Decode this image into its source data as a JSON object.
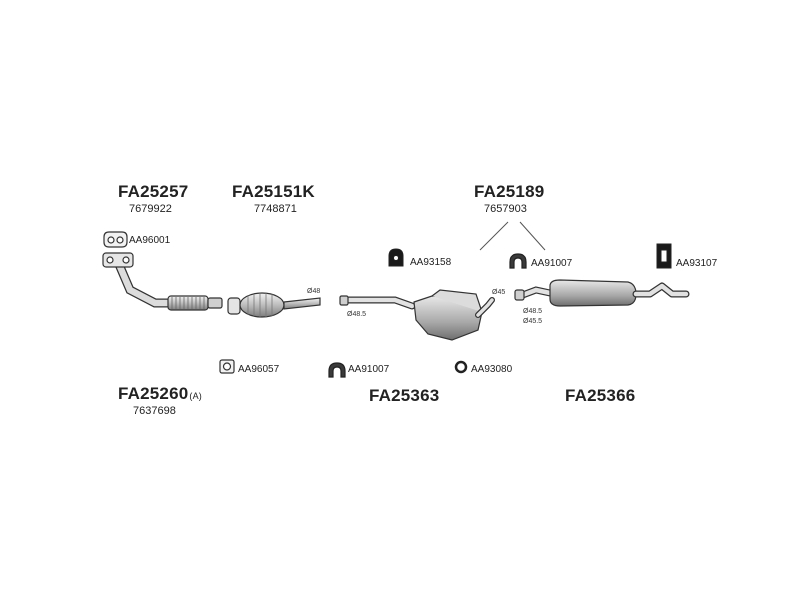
{
  "assemblies": [
    {
      "code": "FA25257",
      "oem": "7679922"
    },
    {
      "code": "FA25151K",
      "oem": "7748871"
    },
    {
      "code": "FA25189",
      "oem": "7657903"
    },
    {
      "code": "FA25260",
      "suffix": "(A)",
      "oem": "7637698"
    },
    {
      "code": "FA25363"
    },
    {
      "code": "FA25366"
    }
  ],
  "accessories": [
    {
      "code": "AA96001",
      "icon": "flange-gasket-icon"
    },
    {
      "code": "AA93158",
      "icon": "rubber-hanger-icon"
    },
    {
      "code": "AA91007",
      "icon": "u-clamp-icon"
    },
    {
      "code": "AA93107",
      "icon": "rubber-mount-icon"
    },
    {
      "code": "AA96057",
      "icon": "square-gasket-icon"
    },
    {
      "code": "AA91007",
      "icon": "u-clamp-icon"
    },
    {
      "code": "AA93080",
      "icon": "ring-icon"
    }
  ],
  "dimensions": [
    "Ø48",
    "Ø48.5",
    "Ø45",
    "Ø48.5",
    "Ø45.5"
  ],
  "colors": {
    "line": "#333333",
    "fill": "#d9d9d9",
    "fill_dark": "#9a9a9a"
  }
}
